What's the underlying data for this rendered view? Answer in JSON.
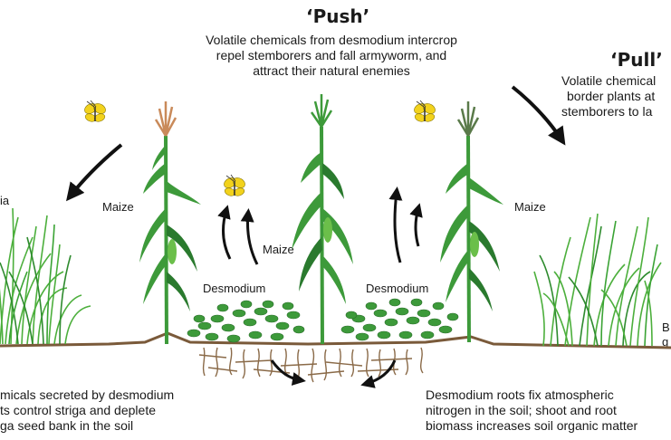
{
  "push": {
    "title": "‘Push’",
    "lines": [
      "Volatile chemicals from desmodium intercrop",
      "repel stemborers and fall armyworm, and",
      "attract their natural enemies"
    ]
  },
  "pull": {
    "title": "‘Pull’",
    "lines": [
      "Volatile chemical",
      "border plants at",
      "stemborers to la"
    ]
  },
  "labels": {
    "maize_left": "Maize",
    "maize_center": "Maize",
    "maize_right": "Maize",
    "desmodium_left": "Desmodium",
    "desmodium_right": "Desmodium",
    "left_cut": "ia",
    "right_cut_1": "B",
    "right_cut_2": "g"
  },
  "bottom_left": {
    "lines": [
      "micals secreted by desmodium",
      "ts control striga and deplete",
      "ga seed bank in the soil"
    ]
  },
  "bottom_right": {
    "lines": [
      "Desmodium roots fix atmospheric",
      "nitrogen in the soil; shoot and root",
      "biomass increases soil organic matter"
    ]
  },
  "colors": {
    "leaf_green": "#3d9a3a",
    "dark_green": "#2a7a2e",
    "tassel": "#c98a5a",
    "soil": "#7a5a3a",
    "root": "#8a6a48",
    "moth": "#f2d21c",
    "arrow": "#111111"
  }
}
